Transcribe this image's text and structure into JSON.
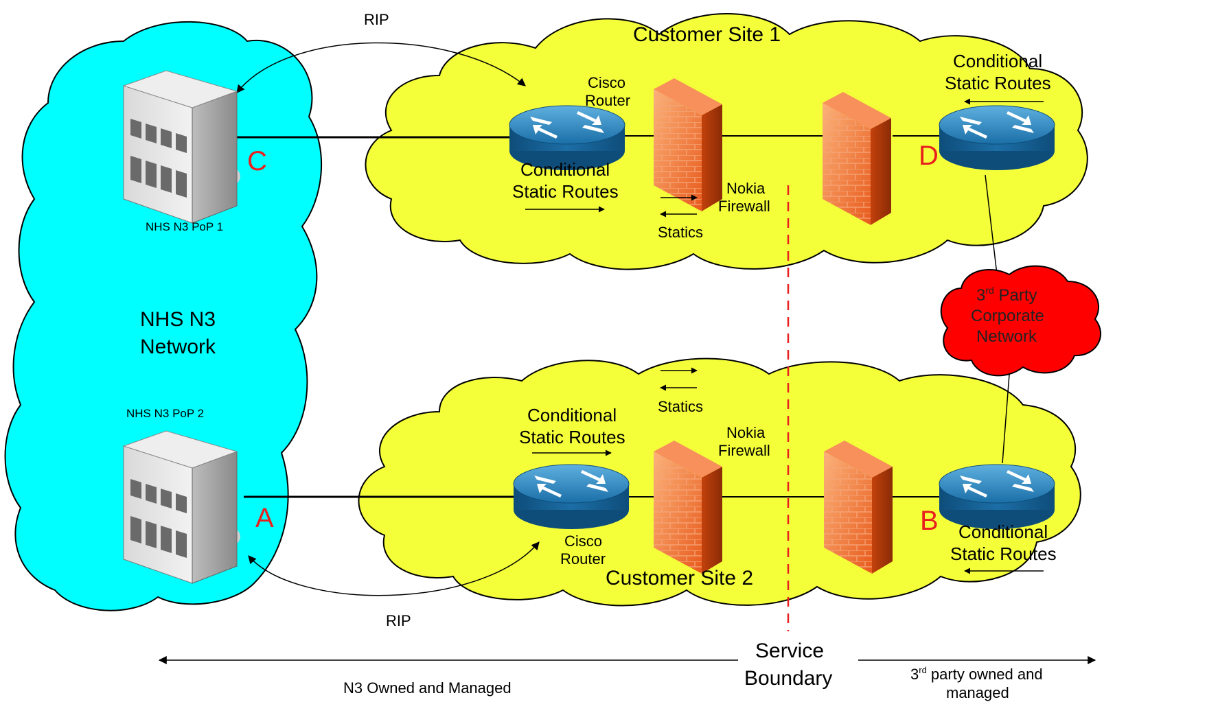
{
  "diagram": {
    "colors": {
      "n3_cloud": "#00ffff",
      "site_cloud": "#f4ff3a",
      "third_party_cloud": "#ff0000",
      "boundary": "#e8201e",
      "letters": "#e8201e"
    },
    "labels": {
      "rip_top": "RIP",
      "rip_bottom": "RIP",
      "customer_site_1": "Customer Site 1",
      "customer_site_2": "Customer Site 2",
      "n3_network_line1": "NHS N3",
      "n3_network_line2": "Network",
      "pop1": "NHS N3 PoP 1",
      "pop2": "NHS N3 PoP 2",
      "letter_a": "A",
      "letter_b": "B",
      "letter_c": "C",
      "letter_d": "D",
      "cisco_router_top_line1": "Cisco",
      "cisco_router_top_line2": "Router",
      "cisco_router_bottom_line1": "Cisco",
      "cisco_router_bottom_line2": "Router",
      "nokia_firewall_top_line1": "Nokia",
      "nokia_firewall_top_line2": "Firewall",
      "nokia_firewall_bottom_line1": "Nokia",
      "nokia_firewall_bottom_line2": "Firewall",
      "csr_site1_left_line1": "Conditional",
      "csr_site1_left_line2": "Static Routes",
      "csr_site1_right_line1": "Conditional",
      "csr_site1_right_line2": "Static Routes",
      "csr_site2_left_line1": "Conditional",
      "csr_site2_left_line2": "Static Routes",
      "csr_site2_right_line1": "Conditional",
      "csr_site2_right_line2": "Static Routes",
      "statics_top": "Statics",
      "statics_bottom": "Statics",
      "third_party_line1": "3",
      "third_party_sup": "rd",
      "third_party_line1_rest": " Party",
      "third_party_line2": "Corporate",
      "third_party_line3": "Network",
      "service_boundary_line1": "Service",
      "service_boundary_line2": "Boundary",
      "n3_owned": "N3 Owned and Managed",
      "third_owned_line1_a": "3",
      "third_owned_sup": "rd",
      "third_owned_line1_b": " party owned and",
      "third_owned_line2": "managed"
    }
  }
}
